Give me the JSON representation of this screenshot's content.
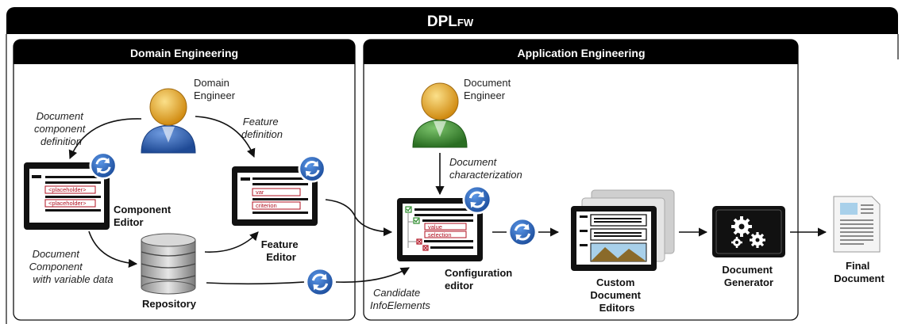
{
  "framework": {
    "title": "DPL",
    "subscript": "FW"
  },
  "domain_panel": {
    "title": "Domain Engineering"
  },
  "application_panel": {
    "title": "Application Engineering"
  },
  "actors": {
    "domain_engineer": [
      "Domain",
      "Engineer"
    ],
    "document_engineer": [
      "Document",
      "Engineer"
    ]
  },
  "tools": {
    "component_editor": [
      "Component",
      "Editor"
    ],
    "feature_editor": [
      "Feature",
      "Editor"
    ],
    "repository": [
      "Repository"
    ],
    "configuration_editor": [
      "Configuration",
      "editor"
    ],
    "custom_editors": [
      "Custom",
      "Document",
      "Editors"
    ],
    "document_generator": [
      "Document",
      "Generator"
    ],
    "final_document": [
      "Final",
      "Document"
    ]
  },
  "screen_text": {
    "placeholder": "<placeholder>",
    "var": "var",
    "criterion": "criterion",
    "value": "value",
    "selection": "selection"
  },
  "flows": {
    "doc_component_definition": [
      "Document",
      "component",
      "definition"
    ],
    "feature_definition": [
      "Feature",
      "definition"
    ],
    "doc_component_variable": [
      "Document",
      "Component",
      "with variable data"
    ],
    "doc_characterization": [
      "Document",
      "characterization"
    ],
    "candidate_infoelements": [
      "Candidate",
      "InfoElements"
    ]
  },
  "colors": {
    "header_bg": "#000000",
    "domain_person": "#2f5da8",
    "document_person": "#3c8a2e",
    "head": "#e0a020",
    "refresh_badge": "#2a66b8",
    "accent_red": "#b01020"
  },
  "icons": {
    "refresh": "refresh-cycle-icon",
    "gear": "gears-icon",
    "document": "document-icon",
    "database": "database-icon",
    "person": "person-icon"
  }
}
